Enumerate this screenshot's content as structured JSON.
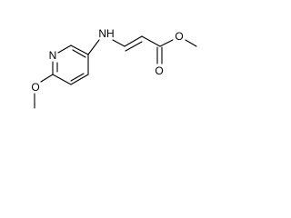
{
  "molecule": {
    "atoms": {
      "pyridine_n": "N",
      "amine_nh": "NH",
      "carbonyl_o": "O",
      "ester_o": "O",
      "methoxy_o": "O"
    }
  }
}
